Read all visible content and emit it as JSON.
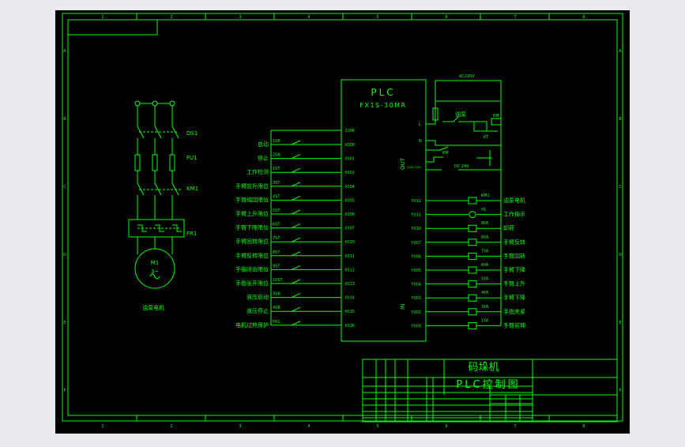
{
  "colors": {
    "page": "#e9e9ef",
    "sheet": "#000000",
    "line": "#00ff00"
  },
  "grid_cols": [
    "1",
    "2",
    "3",
    "4",
    "5",
    "6",
    "7",
    "8"
  ],
  "grid_rows": [
    "A",
    "B",
    "C",
    "D",
    "E",
    "F"
  ],
  "motor_circuit": {
    "supply": [
      "DS1",
      "FU1",
      "KM1",
      "FR1"
    ],
    "motor_label": "M1",
    "motor_phase": "3~",
    "caption": "油泵电机"
  },
  "plc": {
    "title": "PLC",
    "model": "FX1S-30MR",
    "out_label": "OUT",
    "in_label": "IN",
    "com": "COM",
    "out_terms": [
      "L",
      "N"
    ],
    "com_small": "COM COM"
  },
  "power": {
    "source": "AC220V",
    "start": "油泵",
    "km": "KM",
    "kt": "KT",
    "km2": "KM",
    "dc": "DC 24V"
  },
  "inputs": [
    {
      "name": "启动",
      "dev": "1SB",
      "addr": "X000"
    },
    {
      "name": "停止",
      "dev": "2SB",
      "addr": "X001"
    },
    {
      "name": "工作检测",
      "dev": "1ST",
      "addr": "X002"
    },
    {
      "name": "手臂前升限位",
      "dev": "3ST",
      "addr": "X004"
    },
    {
      "name": "手臂缩回限位",
      "dev": "4ST",
      "addr": "X005"
    },
    {
      "name": "手臂上升限位",
      "dev": "5ST",
      "addr": "X006"
    },
    {
      "name": "手臂下降限位",
      "dev": "6ST",
      "addr": "X007"
    },
    {
      "name": "手臂回转限位",
      "dev": "7ST",
      "addr": "X010"
    },
    {
      "name": "手臂反转限位",
      "dev": "8ST",
      "addr": "X011"
    },
    {
      "name": "手指闭合限位",
      "dev": "9ST",
      "addr": "X012"
    },
    {
      "name": "手指张开限位",
      "dev": "10ST",
      "addr": "X013"
    },
    {
      "name": "液压启动",
      "dev": "3SB",
      "addr": "X014"
    },
    {
      "name": "液压停止",
      "dev": "4SB",
      "addr": "X015"
    },
    {
      "name": "电机过热保护",
      "dev": "FR1",
      "addr": "X016"
    }
  ],
  "outputs": [
    {
      "addr": "Y012",
      "dev": "KM1",
      "name": "油泵电机"
    },
    {
      "addr": "Y011",
      "dev": "HL",
      "name": "工作指示"
    },
    {
      "addr": "Y010",
      "dev": "8YA",
      "name": "卸荷"
    },
    {
      "addr": "Y007",
      "dev": "6YA",
      "name": "手臂反转"
    },
    {
      "addr": "Y006",
      "dev": "7YA",
      "name": "手臂回转"
    },
    {
      "addr": "Y005",
      "dev": "6YA",
      "name": "手臂下降"
    },
    {
      "addr": "Y004",
      "dev": "5YA",
      "name": "手臂上升"
    },
    {
      "addr": "Y003",
      "dev": "4YA",
      "name": "手臂下降"
    },
    {
      "addr": "Y002",
      "dev": "3YA",
      "name": "手指夹紧"
    },
    {
      "addr": "Y000",
      "dev": "1YA",
      "name": "手臂前伸"
    }
  ],
  "title_block": {
    "line1": "码垛机",
    "line2": "PLC控制图"
  }
}
